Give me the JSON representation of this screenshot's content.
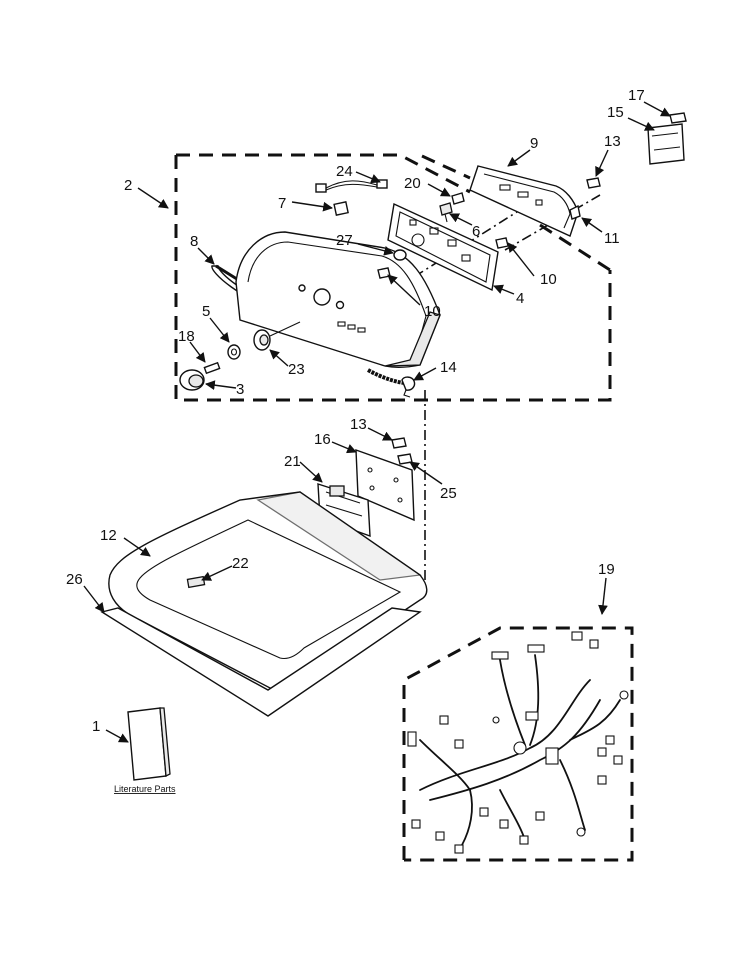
{
  "callouts": {
    "c1": "1",
    "c2": "2",
    "c3": "3",
    "c4": "4",
    "c5": "5",
    "c6": "6",
    "c7": "7",
    "c8": "8",
    "c9": "9",
    "c10a": "10",
    "c10b": "10",
    "c11": "11",
    "c12": "12",
    "c13a": "13",
    "c13b": "13",
    "c14": "14",
    "c15": "15",
    "c16": "16",
    "c17": "17",
    "c18": "18",
    "c19": "19",
    "c20": "20",
    "c21": "21",
    "c22": "22",
    "c23": "23",
    "c24": "24",
    "c25": "25",
    "c26": "26",
    "c27": "27"
  },
  "literature_label": "Literature Parts"
}
